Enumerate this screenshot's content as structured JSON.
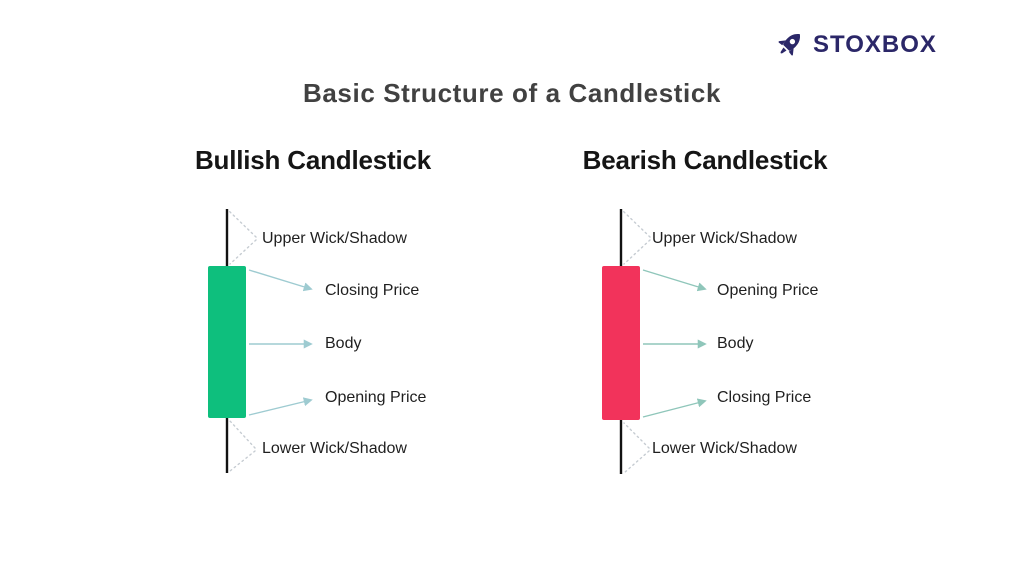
{
  "page": {
    "title": "Basic Structure of a Candlestick"
  },
  "brand": {
    "name": "STOXBOX",
    "logo_icon": "rocket-icon"
  },
  "colors": {
    "background": "#FFFFFF",
    "logo_navy": "#2B2768",
    "title_text": "#414141",
    "heading_text": "#151515",
    "label_text": "#1F1F1F",
    "wick_black": "#121212",
    "bullish_green": "#0EBF7D",
    "bearish_red": "#F2335B",
    "arrow_blue": "#9ECBD1",
    "arrow_teal": "#8FC6BA",
    "dotted_gray": "#C6CCD2"
  },
  "diagrams": [
    {
      "id": "bullish",
      "heading": "Bullish Candlestick",
      "body_color": "#0EBF7D",
      "labels": {
        "upper_wick": "Upper Wick/Shadow",
        "top_price": "Closing Price",
        "body": "Body",
        "bottom_price": "Opening Price",
        "lower_wick": "Lower Wick/Shadow"
      }
    },
    {
      "id": "bearish",
      "heading": "Bearish Candlestick",
      "body_color": "#F2335B",
      "labels": {
        "upper_wick": "Upper Wick/Shadow",
        "top_price": "Opening Price",
        "body": "Body",
        "bottom_price": "Closing Price",
        "lower_wick": "Lower Wick/Shadow"
      }
    }
  ]
}
